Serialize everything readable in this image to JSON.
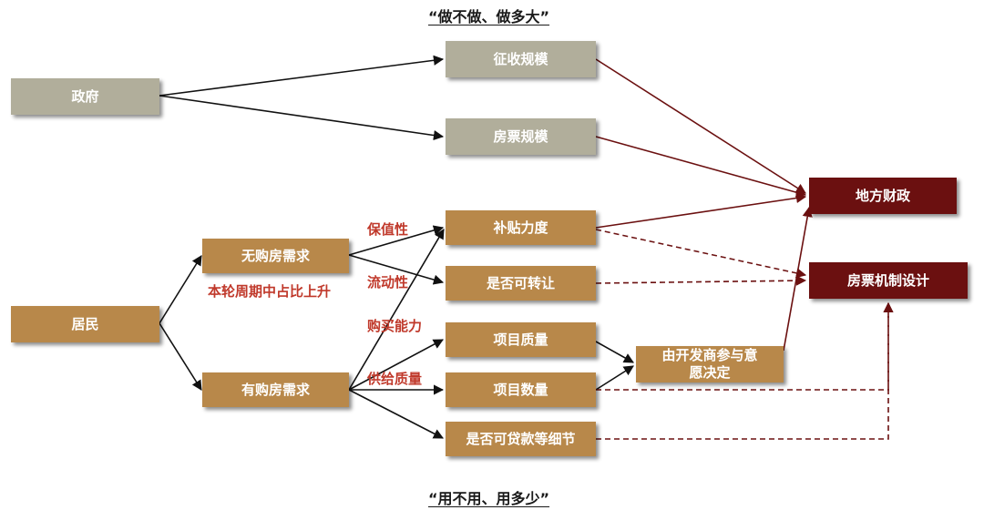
{
  "titles": {
    "top": "“做不做、做多大”",
    "bottom": "“用不用、用多少”"
  },
  "nodes": {
    "government": "政府",
    "residents": "居民",
    "expropriation_scale": "征收规模",
    "voucher_scale": "房票规模",
    "no_demand": "无购房需求",
    "has_demand": "有购房需求",
    "subsidy": "补贴力度",
    "transferable": "是否可转让",
    "project_quality": "项目质量",
    "project_quantity": "项目数量",
    "loan_details": "是否可贷款等细节",
    "developer_decision": "由开发商参与意愿决定",
    "local_finance": "地方财政",
    "voucher_design": "房票机制设计"
  },
  "labels": {
    "value_preservation": "保值性",
    "liquidity": "流动性",
    "purchasing_power": "购买能力",
    "supply_quality": "供给质量",
    "share_rising": "本轮周期中占比上升"
  },
  "colors": {
    "gray": "#b1ae9b",
    "tan": "#b8884a",
    "dark_red": "#6b1010",
    "label_red": "#c0392b"
  }
}
